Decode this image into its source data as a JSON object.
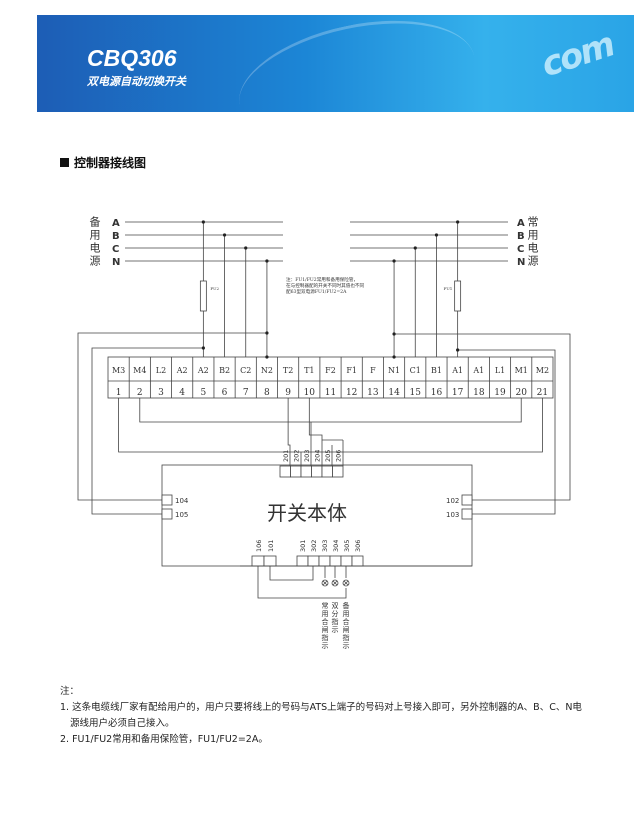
{
  "banner": {
    "title": "CBQ306",
    "subtitle": "双电源自动切换开关",
    "logo": "com"
  },
  "heading": "控制器接线图",
  "diagram": {
    "left_source": "备用电源",
    "right_source": "常用电源",
    "phases": [
      "A",
      "B",
      "C",
      "N"
    ],
    "fuse_left": "FU2",
    "fuse_right": "FU1",
    "fuse_note": [
      "注：FU1/FU2常用和备用保险管，",
      "在与控制器配的开关不同时其值也不同",
      "配63型双电源FU1/FU2=2A"
    ],
    "terminal_labels": [
      "M3",
      "M4",
      "L2",
      "A2",
      "A2",
      "B2",
      "C2",
      "N2",
      "T2",
      "T1",
      "F2",
      "F1",
      "F",
      "N1",
      "C1",
      "B1",
      "A1",
      "A1",
      "L1",
      "M1",
      "M2"
    ],
    "terminal_numbers": [
      "1",
      "2",
      "3",
      "4",
      "5",
      "6",
      "7",
      "8",
      "9",
      "10",
      "11",
      "12",
      "13",
      "14",
      "15",
      "16",
      "17",
      "18",
      "19",
      "20",
      "21"
    ],
    "body_title": "开关本体",
    "top_terminals": [
      "201",
      "202",
      "203",
      "204",
      "205",
      "206"
    ],
    "left_terminals": [
      "104",
      "105"
    ],
    "right_terminals": [
      "102",
      "103"
    ],
    "bottom_terminals_a": [
      "106",
      "101"
    ],
    "bottom_terminals_b": [
      "301",
      "302",
      "303",
      "304",
      "305",
      "306"
    ],
    "indicators": [
      "常用合闸指示",
      "双分指示",
      "备用合闸指示"
    ]
  },
  "notes": {
    "title": "注：",
    "items": [
      "1. 这条电缆线厂家有配给用户的，用户只要将线上的号码与ATS上端子的号码对上号接入即可，另外控制器的A、B、C、N电",
      "源线用户必须自己接入。",
      "2. FU1/FU2常用和备用保险管，FU1/FU2=2A。"
    ]
  }
}
